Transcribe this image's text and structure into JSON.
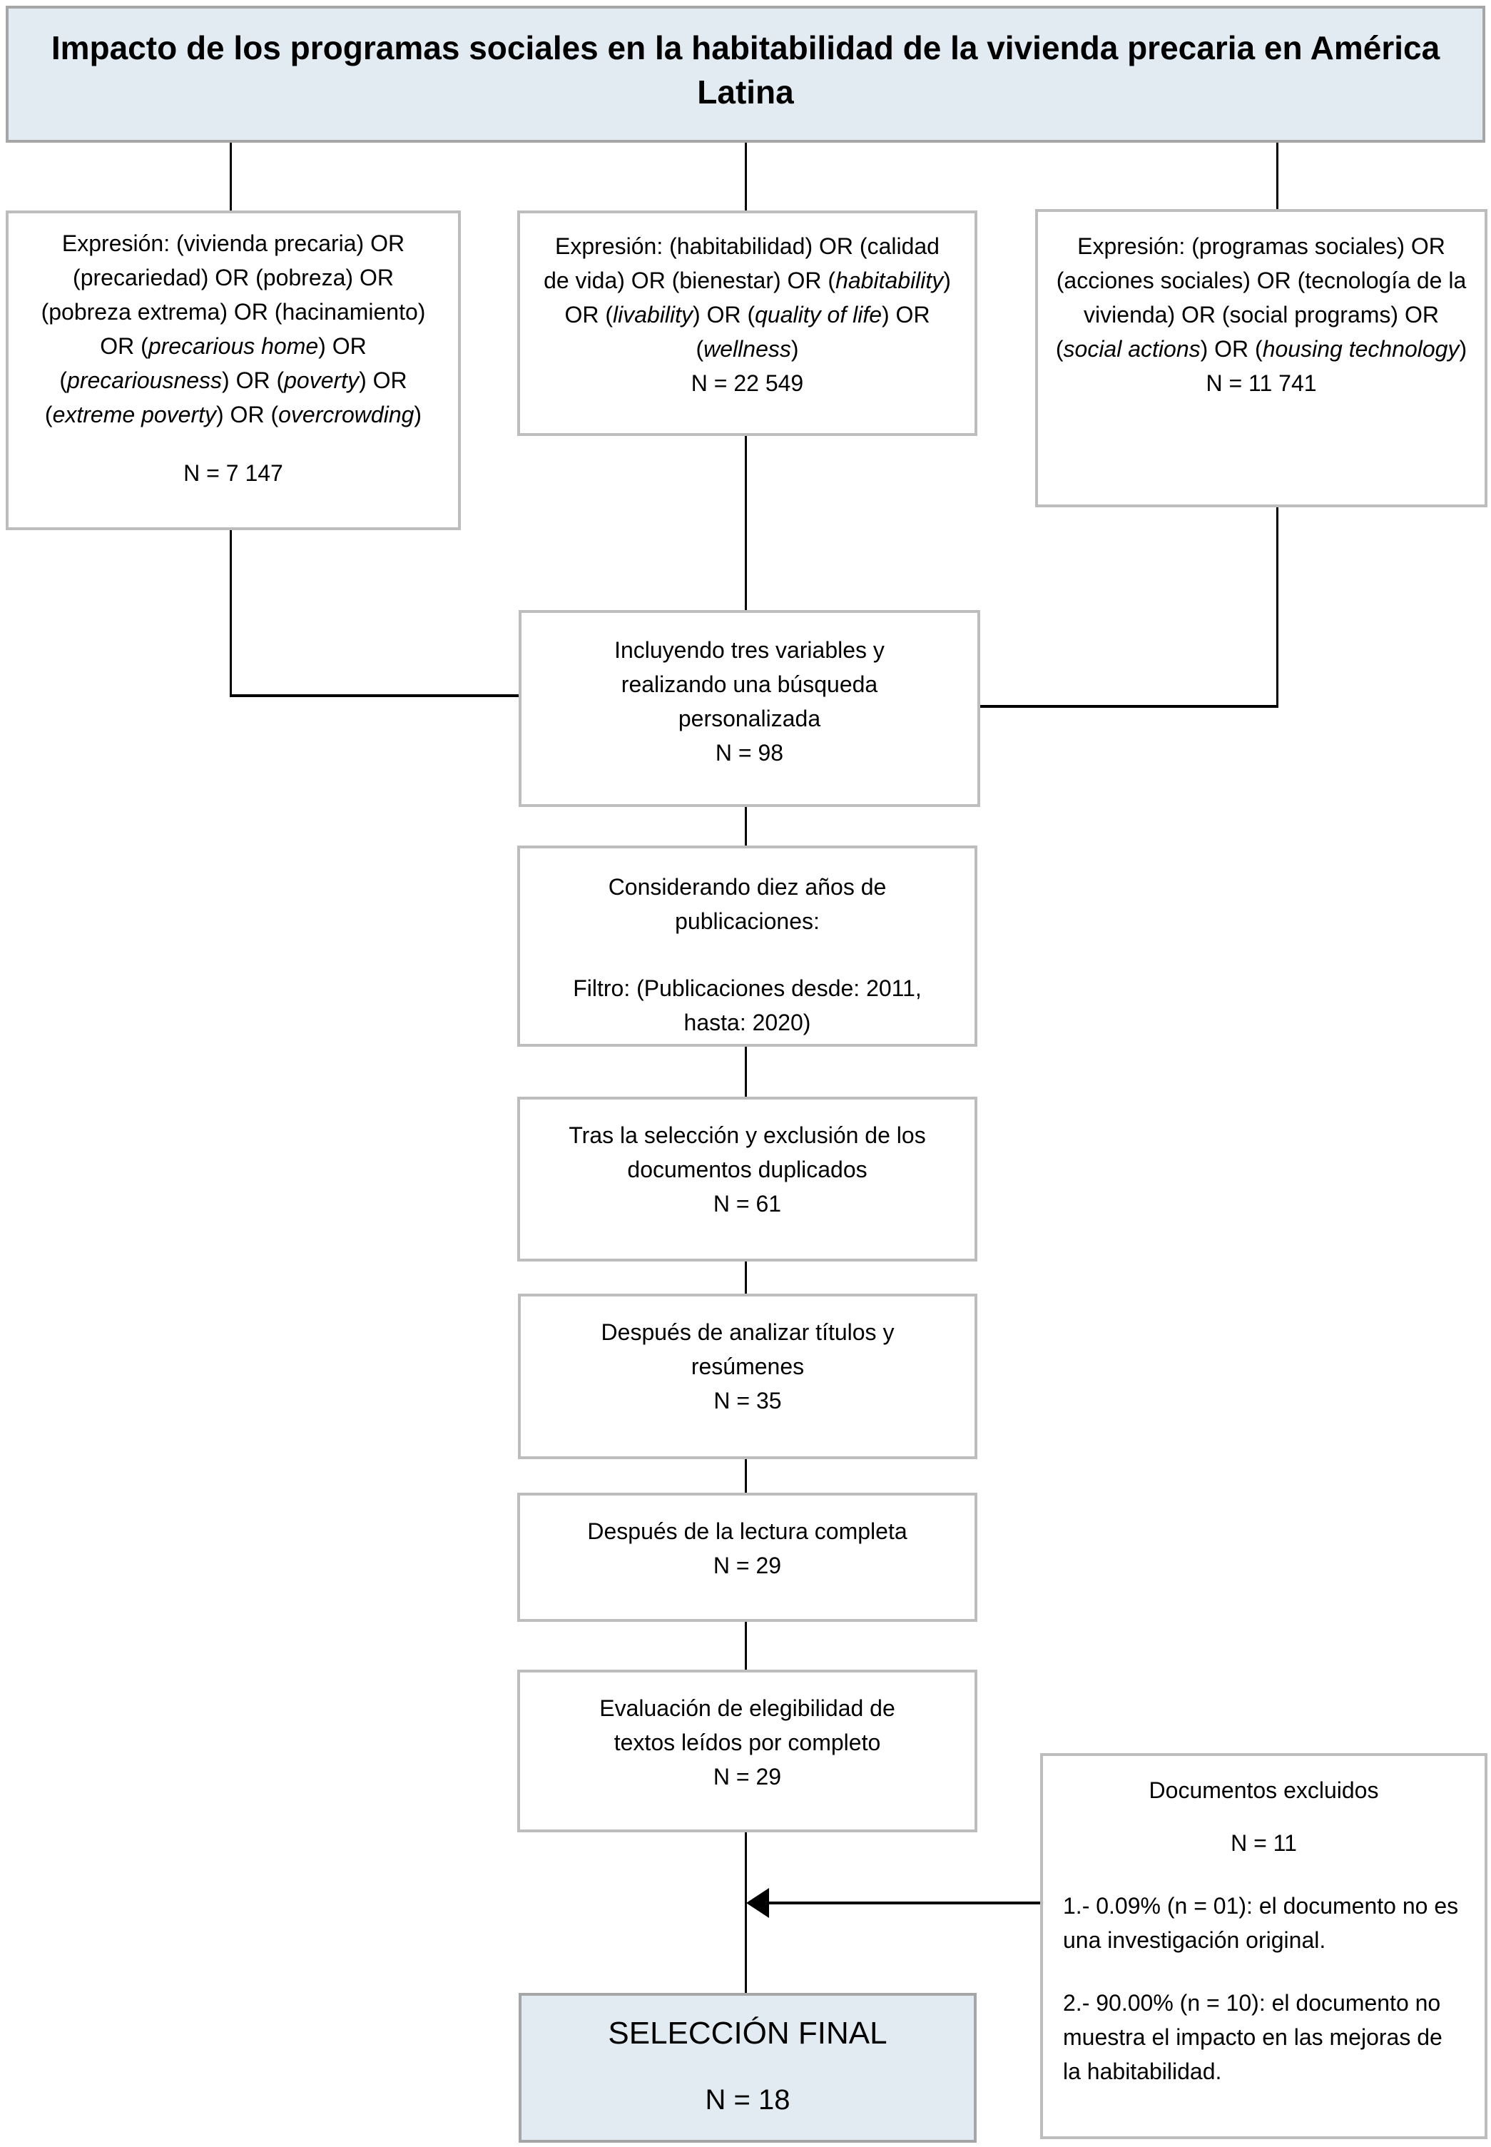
{
  "colors": {
    "highlight_fill": "#e2ebf2",
    "highlight_border": "#a6a6a6",
    "box_border": "#bdbdbd",
    "line": "#000000"
  },
  "title": {
    "text": "Impacto de los programas sociales en la habitabilidad de la vivienda precaria en América Latina"
  },
  "boxes": {
    "expr_left": {
      "runs": [
        {
          "t": "Expresión: (vivienda precaria) OR (precariedad) OR (pobreza) OR (pobreza extrema) OR (hacinamiento) OR ("
        },
        {
          "t": "precarious home",
          "i": true
        },
        {
          "t": ") OR ("
        },
        {
          "t": "precariousness",
          "i": true
        },
        {
          "t": ") OR ("
        },
        {
          "t": "poverty",
          "i": true
        },
        {
          "t": ") OR ("
        },
        {
          "t": "extreme poverty",
          "i": true
        },
        {
          "t": ") OR ("
        },
        {
          "t": "overcrowding",
          "i": true
        },
        {
          "t": ")"
        }
      ],
      "n": "N = 7 147"
    },
    "expr_mid": {
      "runs": [
        {
          "t": "Expresión: (habitabilidad) OR (calidad de vida) OR (bienestar) OR ("
        },
        {
          "t": "habitability",
          "i": true
        },
        {
          "t": ") OR ("
        },
        {
          "t": "livability",
          "i": true
        },
        {
          "t": ") OR ("
        },
        {
          "t": "quality of life",
          "i": true
        },
        {
          "t": ") OR ("
        },
        {
          "t": "wellness",
          "i": true
        },
        {
          "t": ")"
        }
      ],
      "n": "N = 22 549"
    },
    "expr_right": {
      "runs": [
        {
          "t": "Expresión: (programas sociales) OR (acciones sociales) OR (tecnología de la vivienda) OR (social programs) OR ("
        },
        {
          "t": "social actions",
          "i": true
        },
        {
          "t": ") OR ("
        },
        {
          "t": "housing technology",
          "i": true
        },
        {
          "t": ")"
        }
      ],
      "n": "N = 11 741"
    },
    "incluyendo": {
      "text": "Incluyendo tres variables y realizando una búsqueda personalizada",
      "n": "N = 98"
    },
    "considerando": {
      "line1": "Considerando diez años de publicaciones:",
      "line2": "Filtro: (Publicaciones desde: 2011, hasta: 2020)"
    },
    "tras": {
      "text": "Tras la selección y exclusión de los documentos duplicados",
      "n": "N = 61"
    },
    "despues_titulos": {
      "text": "Después de analizar títulos y resúmenes",
      "n": "N = 35"
    },
    "despues_lectura": {
      "text": "Después de la lectura completa",
      "n": "N = 29"
    },
    "evaluacion": {
      "text": "Evaluación de elegibilidad de textos leídos por completo",
      "n": "N = 29"
    },
    "seleccion_final": {
      "text": "SELECCIÓN FINAL",
      "n": "N = 18"
    },
    "excluidos": {
      "heading": "Documentos excluidos",
      "n": "N = 11",
      "items": [
        "1.- 0.09% (n = 01): el documento no es una investigación original.",
        "2.- 90.00% (n = 10): el documento no muestra el impacto en las mejoras de la habitabilidad."
      ]
    }
  }
}
